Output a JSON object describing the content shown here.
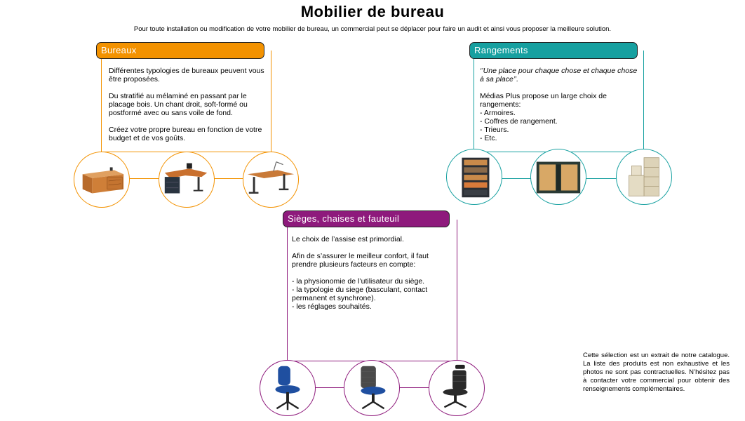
{
  "page": {
    "title": "Mobilier de bureau",
    "subtitle": "Pour toute installation ou modification de votre mobilier de bureau, un commercial peut se déplacer pour faire un audit et ainsi vous proposer la meilleure solution."
  },
  "colors": {
    "bureaux": "#f39200",
    "rangements": "#16a0a0",
    "sieges": "#8e1a7c"
  },
  "bureaux": {
    "heading": "Bureaux",
    "text": "Différentes typologies  de bureaux peuvent vous  être proposées.\n\nDu stratifié au mélaminé en passant par le placage bois.  Un chant droit, soft-formé ou postformé avec ou sans voile de fond.\n\nCréez votre propre bureau en fonction de votre budget et de vos goûts.",
    "images": [
      "desk-icon",
      "corner-desk-icon",
      "bench-desk-icon"
    ]
  },
  "rangements": {
    "quote": "‘’Une place pour chaque chose et chaque chose à sa place’’.",
    "heading": "Rangements",
    "text": "Médias Plus propose un large choix de rangements:\n          -  Armoires.\n          - Coffres de rangement.\n          - Trieurs.\n          - Etc.",
    "images": [
      "shelving-icon",
      "cabinet-icon",
      "file-cabinet-icon"
    ]
  },
  "sieges": {
    "heading": "Sièges, chaises et fauteuil",
    "text": "Le choix de l’assise est primordial.\n\nAfin de s’assurer le meilleur confort, il faut prendre plusieurs facteurs en compte:\n\n  -  la physionomie de l’utilisateur du siège.\n  - la typologie du siege (basculant, contact permanent et synchrone).\n  - les réglages souhaités.",
    "images": [
      "task-chair-icon",
      "mesh-chair-icon",
      "executive-chair-icon"
    ]
  },
  "disclaimer": "Cette sélection est un extrait de notre catalogue. La liste des produits est non exhaustive et les photos ne sont pas contractuelles. N’hésitez pas à contacter votre commercial pour obtenir des renseignements complémentaires."
}
